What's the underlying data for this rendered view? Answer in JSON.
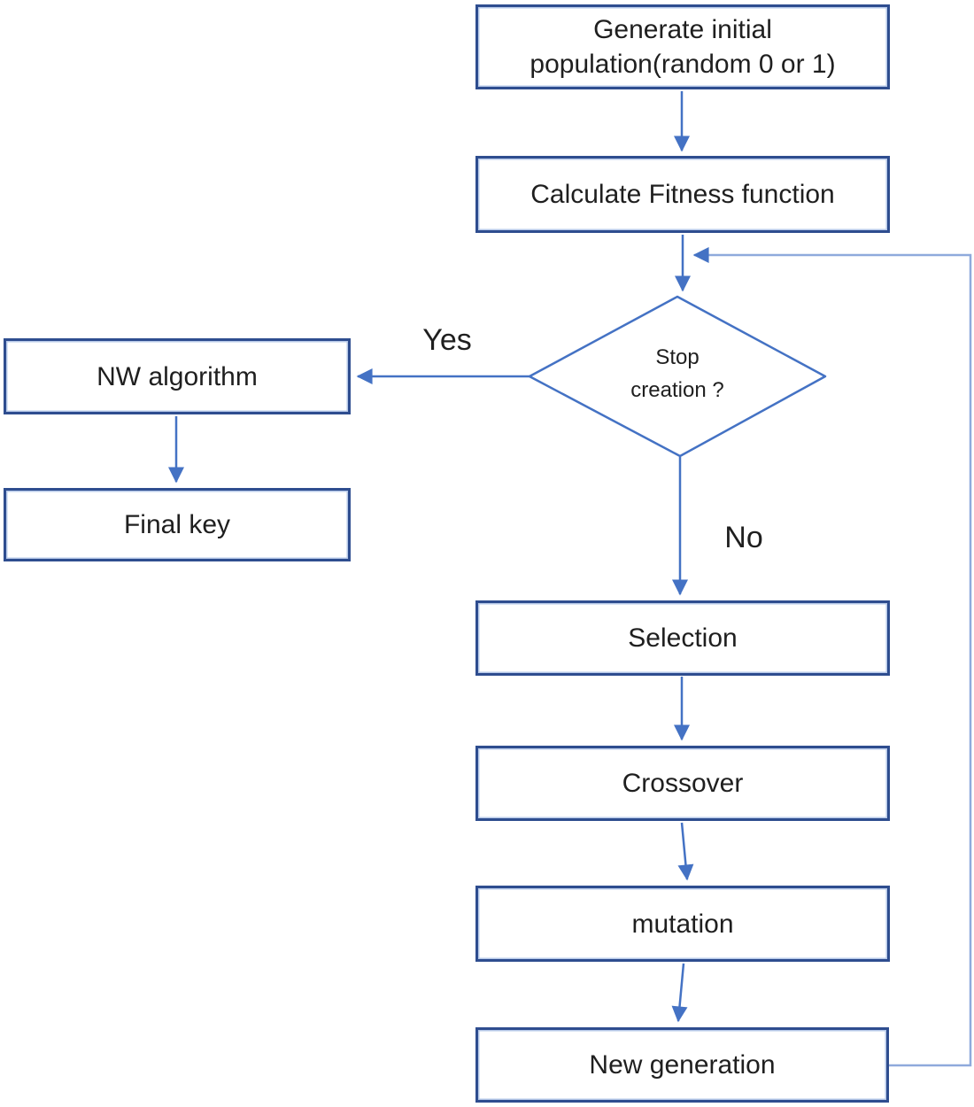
{
  "diagram": {
    "type": "flowchart",
    "nodes": {
      "generate": {
        "label": "Generate initial\npopulation(random 0 or 1)"
      },
      "calculate": {
        "label": "Calculate Fitness function"
      },
      "stop": {
        "label": "Stop\ncreation ?"
      },
      "nw": {
        "label": "NW algorithm"
      },
      "final": {
        "label": "Final key"
      },
      "selection": {
        "label": "Selection"
      },
      "crossover": {
        "label": "Crossover"
      },
      "mutation": {
        "label": "mutation"
      },
      "newgen": {
        "label": "New generation"
      }
    },
    "edge_labels": {
      "yes": "Yes",
      "no": "No"
    },
    "colors": {
      "box_border": "#2e4d8f",
      "connector": "#4472c4",
      "feedback_line": "#8faadc",
      "text": "#1f1f1f",
      "background": "#ffffff"
    }
  }
}
